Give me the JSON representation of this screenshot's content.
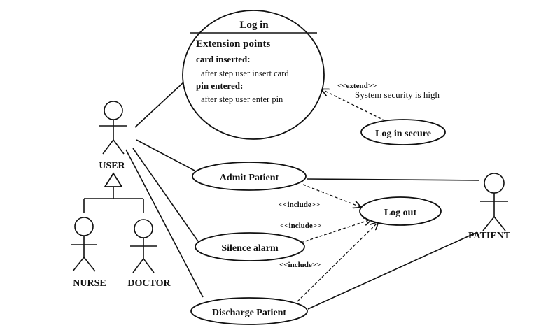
{
  "actors": {
    "user": "USER",
    "nurse": "NURSE",
    "doctor": "DOCTOR",
    "patient": "PATIENT"
  },
  "login": {
    "title": "Log in",
    "extension_header": "Extension points",
    "ext1_name": "card inserted:",
    "ext1_desc": "after step user insert card",
    "ext2_name": "pin entered:",
    "ext2_desc": "after step user enter pin"
  },
  "use_cases": {
    "login_secure": "Log in secure",
    "admit_patient": "Admit Patient",
    "logout": "Log out",
    "silence_alarm": "Silence alarm",
    "discharge_patient": "Discharge Patient"
  },
  "relations": {
    "extend": "<<extend>>",
    "extend_condition": "System security is high",
    "include_admit": "<<include>>",
    "include_silence": "<<include>>",
    "include_discharge": "<<include>>"
  }
}
